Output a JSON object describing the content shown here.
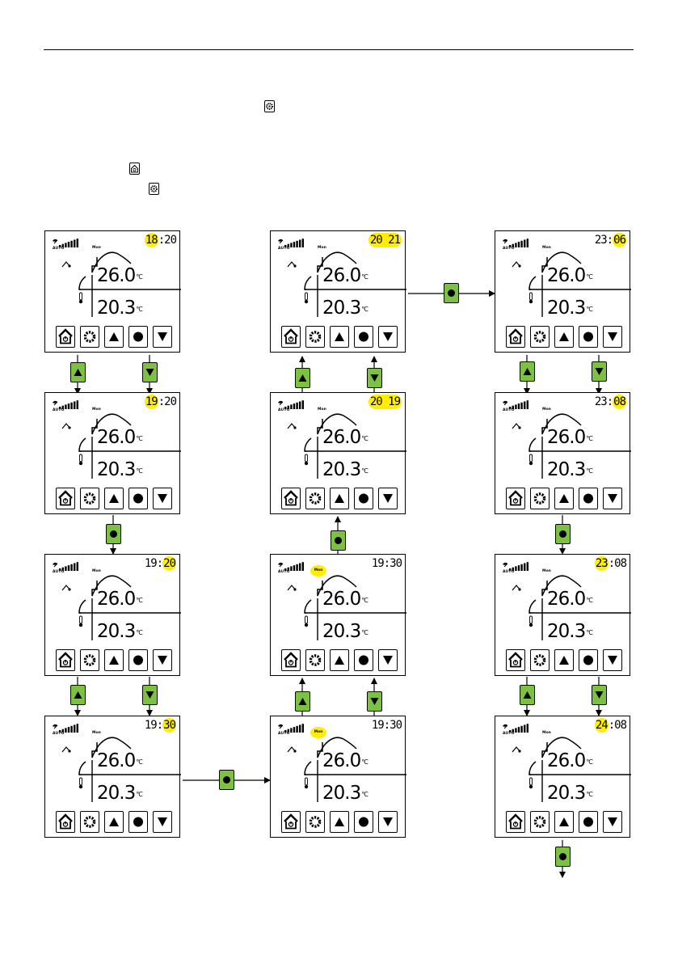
{
  "icons": {
    "settings": "gear-icon",
    "home": "home-power-icon",
    "up": "triangle-up-icon",
    "ok": "filled-circle-icon",
    "down": "triangle-down-icon",
    "mode": "fan-auto-icon"
  },
  "colors": {
    "highlight": "#ffee00",
    "button_green": "#7dc142"
  },
  "panels": [
    {
      "auto": "AUTO",
      "mode": "Mon",
      "mode_hl": false,
      "clock_a": "18",
      "clock_b": "20",
      "hl": "a",
      "set_temp": "26.0",
      "room_temp": "20.3",
      "unit": "°C"
    },
    {
      "auto": "AUTO",
      "mode": "Mon",
      "mode_hl": false,
      "clock_a": "20",
      "clock_b": "21",
      "hl": "all",
      "set_temp": "26.0",
      "room_temp": "20.3",
      "unit": "°C"
    },
    {
      "auto": "AUTO",
      "mode": "Mon",
      "mode_hl": false,
      "clock_a": "23",
      "clock_b": "06",
      "hl": "b",
      "set_temp": "26.0",
      "room_temp": "20.3",
      "unit": "°C"
    },
    {
      "auto": "AUTO",
      "mode": "Mon",
      "mode_hl": false,
      "clock_a": "19",
      "clock_b": "20",
      "hl": "a",
      "set_temp": "26.0",
      "room_temp": "20.3",
      "unit": "°C"
    },
    {
      "auto": "AUTO",
      "mode": "Mon",
      "mode_hl": false,
      "clock_a": "20",
      "clock_b": "19",
      "hl": "all",
      "set_temp": "26.0",
      "room_temp": "20.3",
      "unit": "°C"
    },
    {
      "auto": "AUTO",
      "mode": "Mon",
      "mode_hl": false,
      "clock_a": "23",
      "clock_b": "08",
      "hl": "b",
      "set_temp": "26.0",
      "room_temp": "20.3",
      "unit": "°C"
    },
    {
      "auto": "AUTO",
      "mode": "Mon",
      "mode_hl": false,
      "clock_a": "19",
      "clock_b": "20",
      "hl": "b",
      "set_temp": "26.0",
      "room_temp": "20.3",
      "unit": "°C"
    },
    {
      "auto": "AUTO",
      "mode": "Mon",
      "mode_hl": true,
      "clock_a": "19",
      "clock_b": "30",
      "hl": "none",
      "set_temp": "26.0",
      "room_temp": "20.3",
      "unit": "°C"
    },
    {
      "auto": "AUTO",
      "mode": "Mon",
      "mode_hl": false,
      "clock_a": "23",
      "clock_b": "08",
      "hl": "a",
      "set_temp": "26.0",
      "room_temp": "20.3",
      "unit": "°C"
    },
    {
      "auto": "AUTO",
      "mode": "Mon",
      "mode_hl": false,
      "clock_a": "19",
      "clock_b": "30",
      "hl": "b",
      "set_temp": "26.0",
      "room_temp": "20.3",
      "unit": "°C"
    },
    {
      "auto": "AUTO",
      "mode": "Mon",
      "mode_hl": true,
      "clock_a": "19",
      "clock_b": "30",
      "hl": "none",
      "set_temp": "26.0",
      "room_temp": "20.3",
      "unit": "°C"
    },
    {
      "auto": "AUTO",
      "mode": "Mon",
      "mode_hl": false,
      "clock_a": "24",
      "clock_b": "08",
      "hl": "a",
      "set_temp": "26.0",
      "room_temp": "20.3",
      "unit": "°C"
    }
  ]
}
